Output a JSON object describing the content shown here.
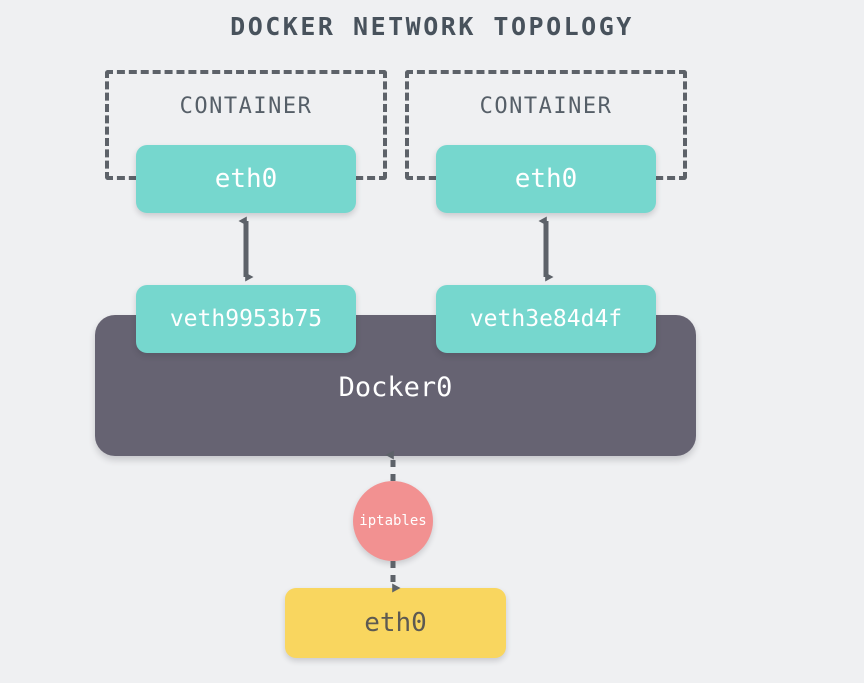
{
  "diagram": {
    "title": "DOCKER NETWORK TOPOLOGY",
    "background_color": "#eff0f2",
    "palette": {
      "teal": "#76d7ce",
      "yellow": "#f9d65f",
      "salmon": "#f29191",
      "bridge_gray": "#666372",
      "text_dark": "#48525c",
      "dash_gray": "#5d6269",
      "arrow_gray": "#5d6269"
    }
  },
  "containers": [
    {
      "label": "CONTAINER",
      "interface": "eth0"
    },
    {
      "label": "CONTAINER",
      "interface": "eth0"
    }
  ],
  "veths": [
    {
      "label": "veth9953b75"
    },
    {
      "label": "veth3e84d4f"
    }
  ],
  "bridge": {
    "label": "Docker0"
  },
  "firewall": {
    "label": "iptables"
  },
  "host_interface": {
    "label": "eth0"
  },
  "connectors": [
    {
      "name": "container-left-eth0-to-veth-left",
      "style": "dashed",
      "arrows": "both"
    },
    {
      "name": "container-right-eth0-to-veth-right",
      "style": "dashed",
      "arrows": "both"
    },
    {
      "name": "bridge-to-iptables",
      "style": "dashed",
      "arrows": "up"
    },
    {
      "name": "iptables-to-host-eth0",
      "style": "dashed",
      "arrows": "down"
    }
  ]
}
